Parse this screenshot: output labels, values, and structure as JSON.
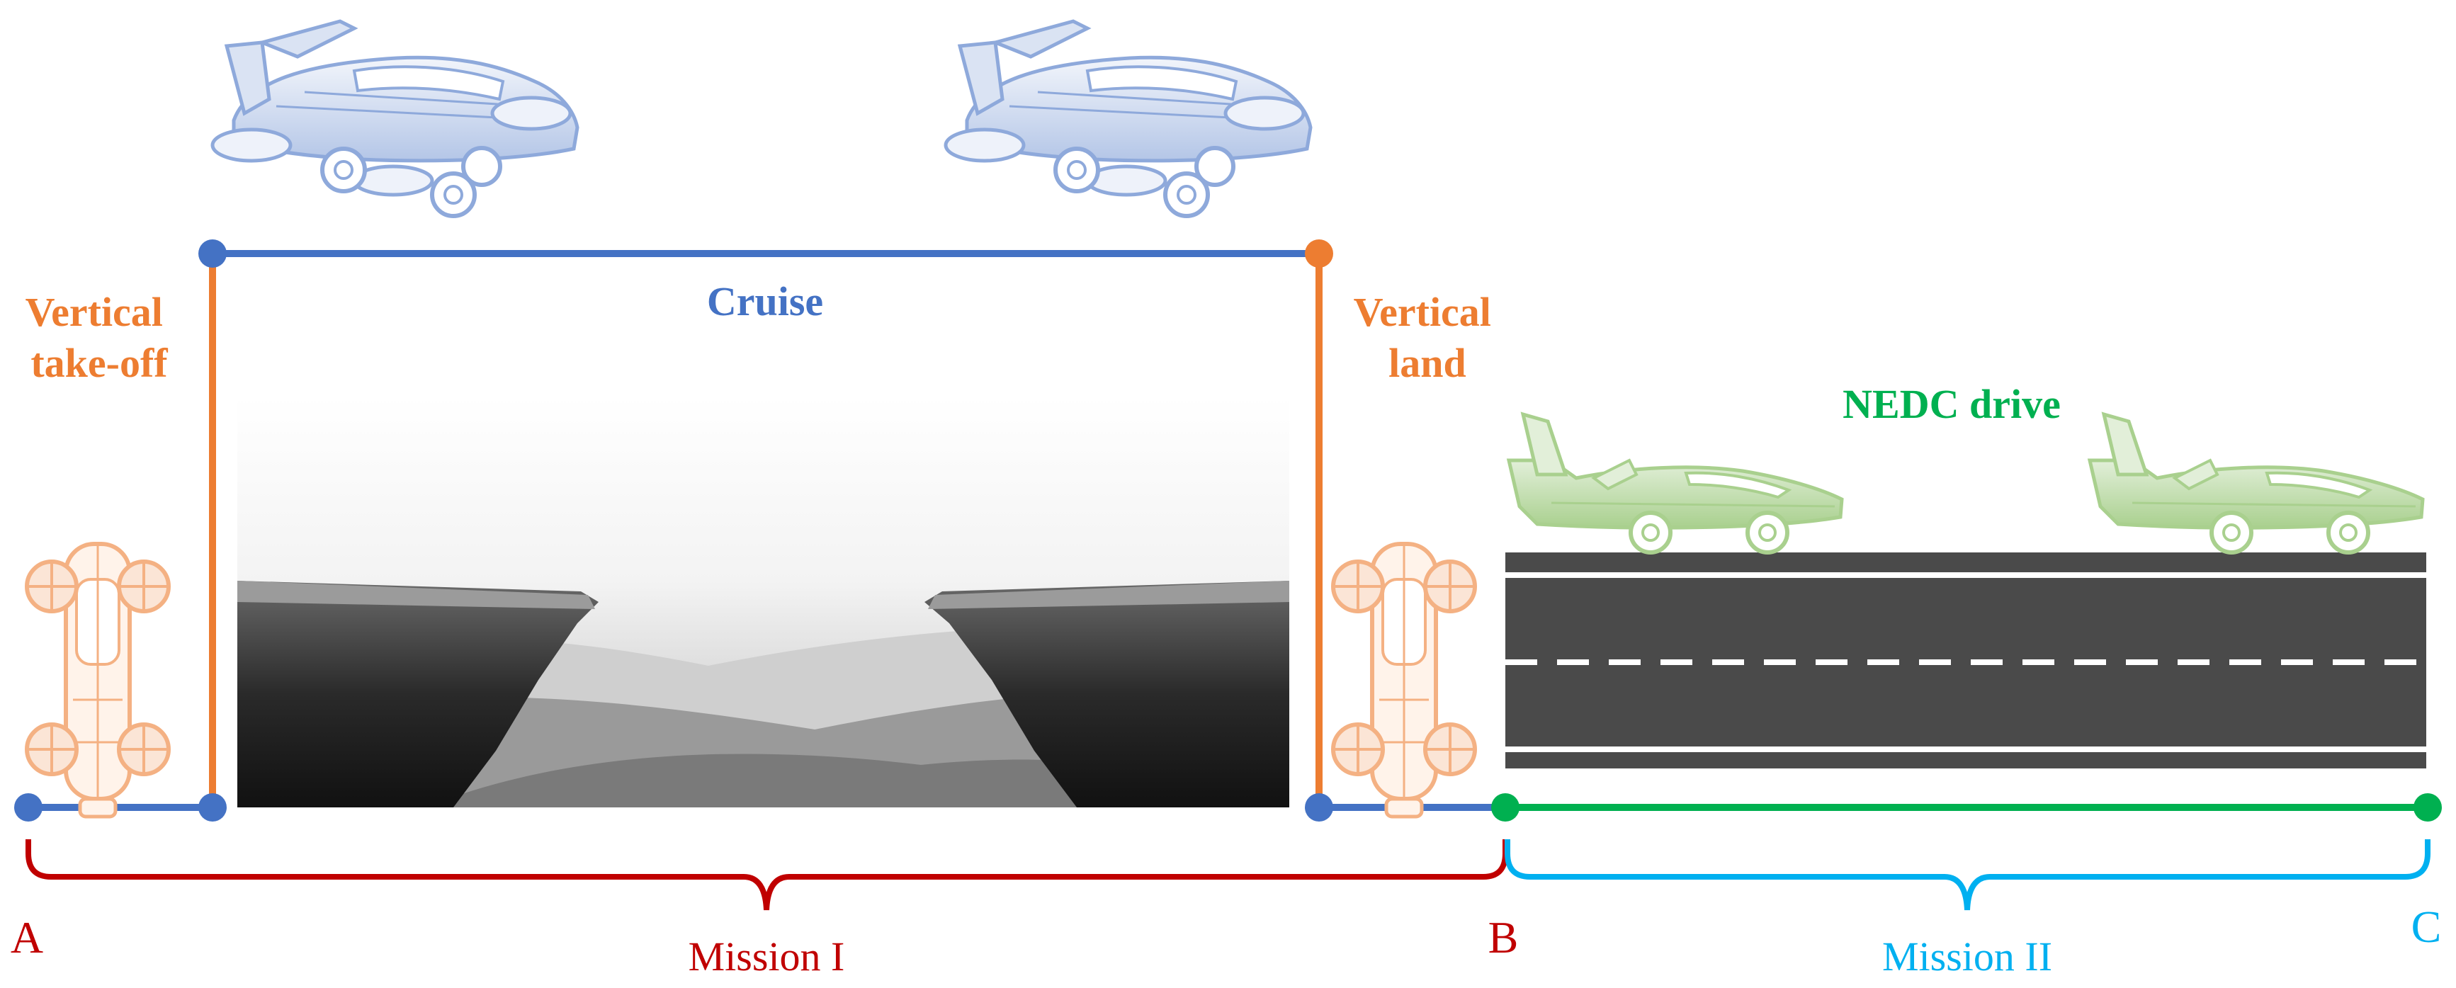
{
  "labels": {
    "vertical_takeoff": [
      "Vertical",
      "take-off"
    ],
    "cruise": "Cruise",
    "vertical_land": [
      "Vertical",
      "land"
    ],
    "nedc_drive": "NEDC drive",
    "point_a": "A",
    "point_b": "B",
    "point_c": "C",
    "mission_1": "Mission I",
    "mission_2": "Mission II"
  },
  "colors": {
    "cruise_blue": "#4472c4",
    "vertical_orange": "#ed7d31",
    "drive_green": "#00b050",
    "mission1_red": "#c00000",
    "mission2_cyan": "#00b0f0",
    "road_gray": "#4a4a4a",
    "aircraft_blue": "#8ea9db",
    "car_green": "#a9d08e"
  },
  "icons": {
    "flying_car_topview": "flying-car-top-view-icon",
    "flying_car_cruise": "flying-car-cruise-icon",
    "flying_car_driving": "flying-car-driving-icon",
    "cliff_scene": "cliff-landscape-image",
    "road": "road-image"
  }
}
